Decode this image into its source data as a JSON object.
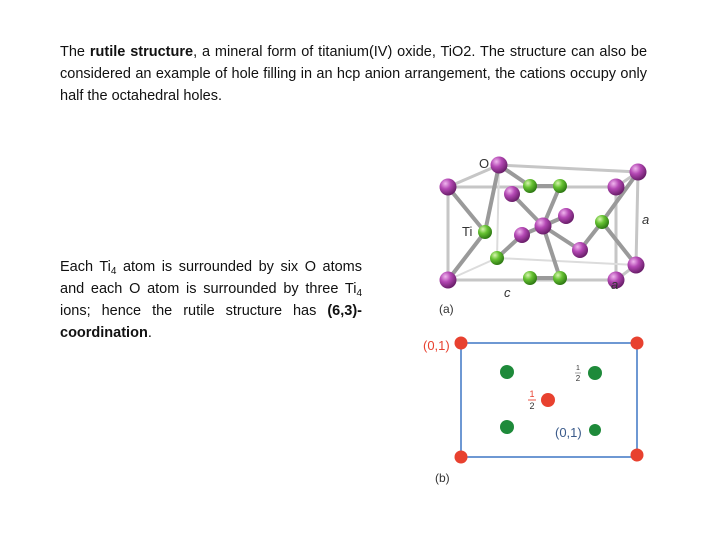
{
  "intro": {
    "prefix": "The ",
    "term": "rutile structure",
    "text": ", a mineral form of titanium(IV) oxide, TiO2. The structure can also be considered an example of hole filling in an hcp anion arrangement, the cations occupy only half the octahedral holes."
  },
  "coordination": {
    "t1": "Each Ti",
    "s1": "4",
    "t2": " atom is surrounded by six O atoms and each O atom is surrounded by three Ti",
    "s2": "4",
    "t3": " ions; hence the rutile structure has ",
    "bold": "(6,3)-coordination",
    "t4": "."
  },
  "figure_a": {
    "label_O": "O",
    "label_Ti": "Ti",
    "label_a_right": "a",
    "label_a_bottom": "a",
    "label_c": "c",
    "caption": "(a)",
    "colors": {
      "O": "#a03aa0",
      "Ti": "#5cb82e",
      "frame": "#c6c6c6",
      "bond": "#9a9a9a"
    }
  },
  "figure_b": {
    "label_top_left": "(0,1)",
    "label_half_upper_num": "1",
    "label_half_upper_den": "2",
    "label_half_center_num": "1",
    "label_half_center_den": "2",
    "label_bottom_right": "(0,1)",
    "caption": "(b)",
    "colors": {
      "corner": "#e8412f",
      "green": "#1e8a3a",
      "frame": "#4a7fc8"
    }
  }
}
